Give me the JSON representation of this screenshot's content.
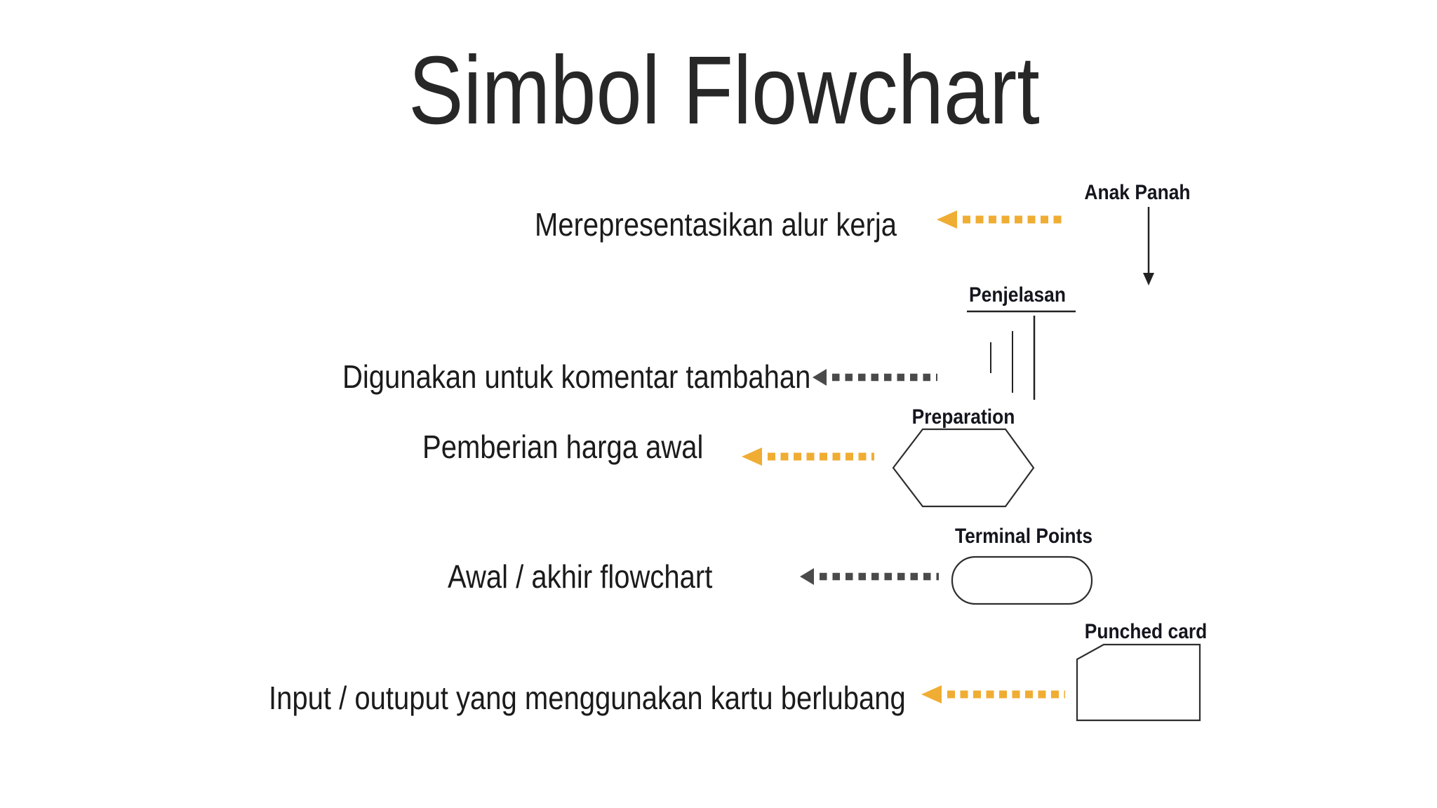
{
  "title": "Simbol Flowchart",
  "colors": {
    "accent_yellow": "#F0AD33",
    "arrow_gray": "#4A4A4A",
    "shape_stroke": "#2E2E2E",
    "ink_black": "#222222"
  },
  "rows": [
    {
      "description": "Merepresentasikan alur kerja",
      "label": "Anak Panah",
      "symbol": "down-arrow",
      "arrow_style": "yellow-dotted-left"
    },
    {
      "description": "Digunakan untuk komentar tambahan",
      "label": "Penjelasan",
      "symbol": "annotation-lines",
      "arrow_style": "gray-dotted-left"
    },
    {
      "description": "Pemberian harga awal",
      "label": "Preparation",
      "symbol": "hexagon",
      "arrow_style": "yellow-dotted-left"
    },
    {
      "description": "Awal / akhir flowchart",
      "label": "Terminal Points",
      "symbol": "rounded-terminal",
      "arrow_style": "gray-dotted-left"
    },
    {
      "description": "Input / outuput yang menggunakan kartu berlubang",
      "label": "Punched card",
      "symbol": "punched-card",
      "arrow_style": "yellow-dotted-left"
    }
  ]
}
